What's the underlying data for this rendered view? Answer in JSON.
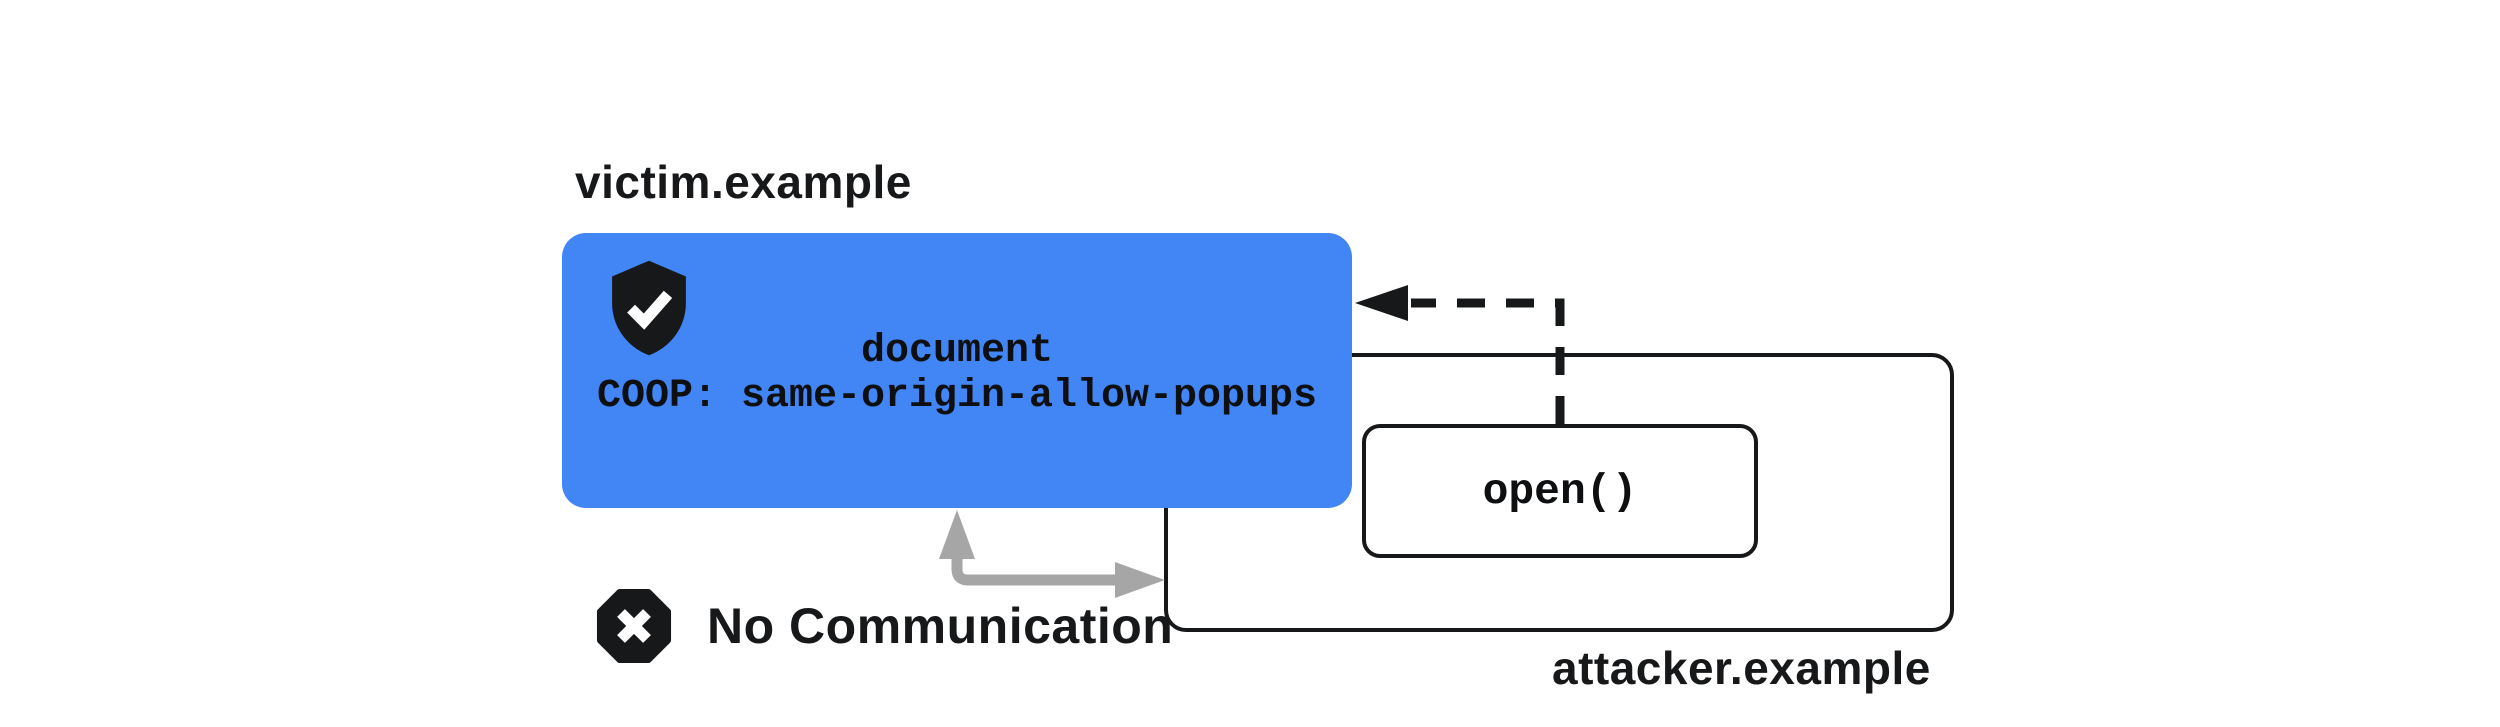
{
  "diagram": {
    "victim": {
      "label": "victim.example",
      "document_title": "document",
      "coop_header": "COOP: same-origin-allow-popups",
      "shield_icon": "shield-check-icon"
    },
    "attacker": {
      "label": "attacker.example",
      "open_call": "open()"
    },
    "communication": {
      "label": "No Communication",
      "icon": "x-octagon-icon",
      "opener_arrow": "dashed-opener-arrow",
      "blocked_arrow": "no-communication-arrow"
    },
    "colors": {
      "victim_box": "#4285f4",
      "line": "#17181a",
      "blocked_arrow": "#a6a6a6",
      "background": "#ffffff"
    }
  }
}
